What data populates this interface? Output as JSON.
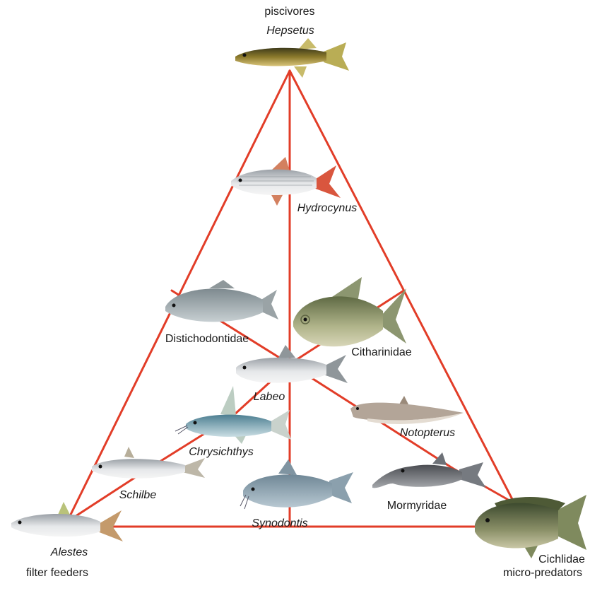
{
  "colors": {
    "line": "#e23d28",
    "text": "#1a1a1a"
  },
  "corners": {
    "top": {
      "genus": "Hepsetus",
      "group": "piscivores"
    },
    "bottom_left": {
      "genus": "Alestes",
      "group": "filter feeders"
    },
    "bottom_right": {
      "genus": "Cichlidae",
      "group": "micro-predators"
    }
  },
  "taxa": {
    "hydrocynus": "Hydrocynus",
    "distichodontidae": "Distichodontidae",
    "citharinidae": "Citharinidae",
    "labeo": "Labeo",
    "notopterus": "Notopterus",
    "chrysichthys": "Chrysichthys",
    "schilbe": "Schilbe",
    "synodontis": "Synodontis",
    "mormyridae": "Mormyridae"
  }
}
